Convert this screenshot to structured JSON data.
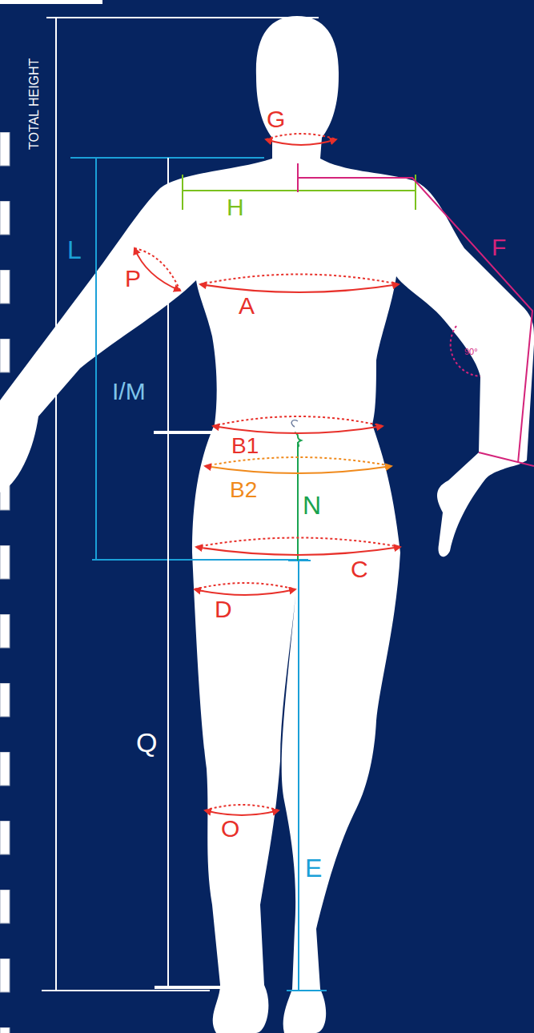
{
  "diagram": {
    "labels": [
      "TOTAL HEIGHT",
      "G",
      "H",
      "L",
      "F",
      "P",
      "A",
      "90°",
      "I/M",
      "B1",
      "B2",
      "N",
      "C",
      "D",
      "Q",
      "O",
      "E"
    ]
  }
}
